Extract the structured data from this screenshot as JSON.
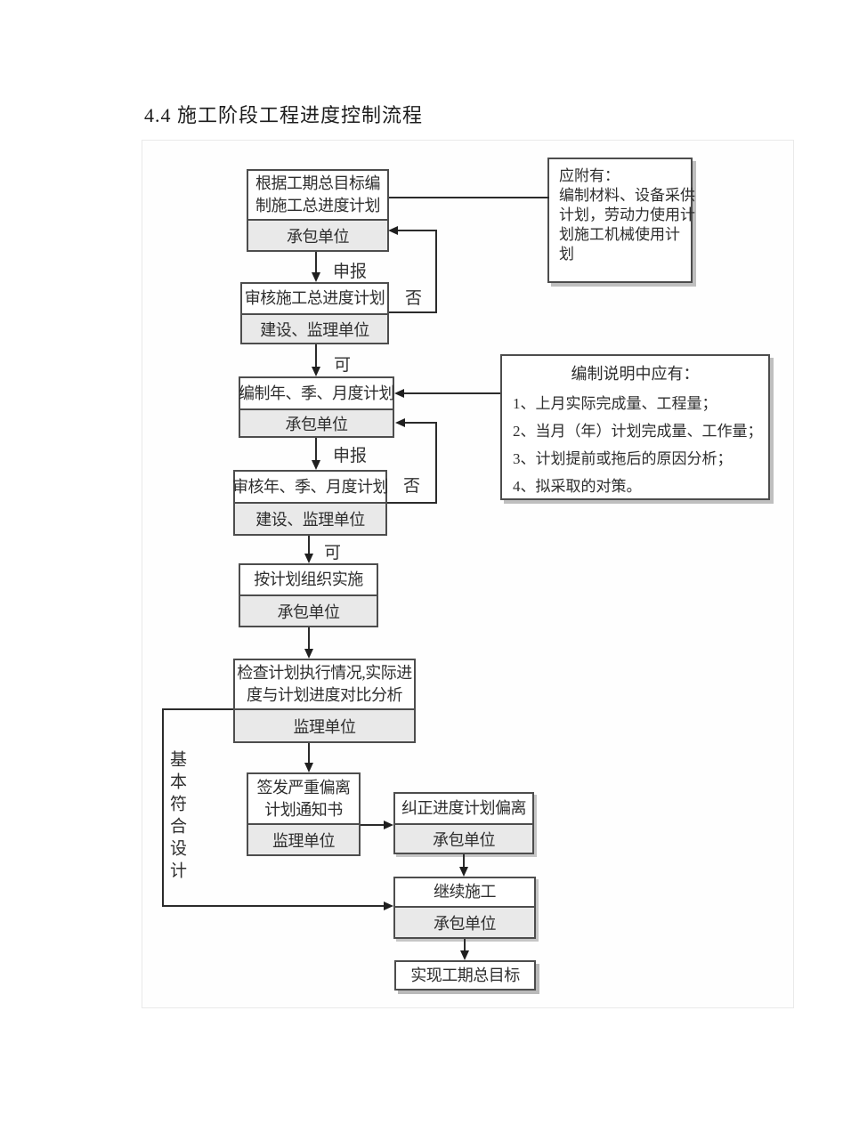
{
  "title": "4.4 施工阶段工程进度控制流程",
  "colors": {
    "box_border": "#4d4d4d",
    "org_section_fill": "#e9e9e9",
    "connector_line": "#2b2b2b",
    "note_shadow": "#bfbfbf",
    "text": "#2e2e2e"
  },
  "boxes": {
    "plan_total": {
      "lines": [
        "根据工期总目标编",
        "制施工总进度计划"
      ],
      "org": "承包单位"
    },
    "review_total": {
      "lines": [
        "审核施工总进度计划"
      ],
      "org": "建设、监理单位"
    },
    "plan_period": {
      "lines": [
        "编制年、季、月度计划"
      ],
      "org": "承包单位"
    },
    "review_period": {
      "lines": [
        "审核年、季、月度计划"
      ],
      "org": "建设、监理单位"
    },
    "implement": {
      "lines": [
        "按计划组织实施"
      ],
      "org": "承包单位"
    },
    "check": {
      "lines": [
        "检查计划执行情况,实际进",
        "度与计划进度对比分析"
      ],
      "org": "监理单位"
    },
    "notice": {
      "lines": [
        "签发严重偏离",
        "计划通知书"
      ],
      "org": "监理单位"
    },
    "correct": {
      "lines": [
        "纠正进度计划偏离"
      ],
      "org": "承包单位"
    },
    "continue_work": {
      "lines": [
        "继续施工"
      ],
      "org": "承包单位"
    },
    "goal": {
      "lines": [
        "实现工期总目标"
      ]
    }
  },
  "edge_labels": {
    "declare_1": "申报",
    "no_1": "否",
    "ok_1": "可",
    "declare_2": "申报",
    "no_2": "否",
    "ok_2": "可",
    "side_vertical": "基本符合设计"
  },
  "notes": {
    "attachments": {
      "lines": [
        "应附有：",
        "编制材料、设备采供",
        "计划，劳动力使用计",
        "划施工机械使用计",
        "划"
      ]
    },
    "explanation": {
      "title": "编制说明中应有：",
      "items": [
        "1、上月实际完成量、工程量；",
        "2、当月（年）计划完成量、工作量；",
        "3、计划提前或拖后的原因分析；",
        "4、拟采取的对策。"
      ]
    }
  }
}
